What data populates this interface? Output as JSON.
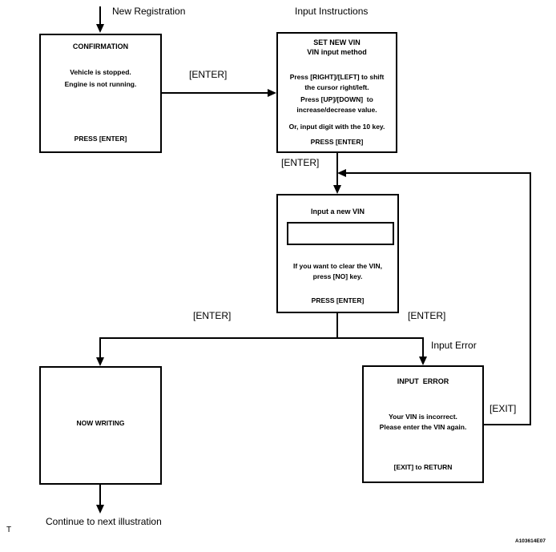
{
  "diagram": {
    "top_labels": {
      "new_registration": "New Registration",
      "input_instructions": "Input Instructions"
    },
    "boxes": {
      "confirmation": {
        "title": "CONFIRMATION",
        "body_line1": "Vehicle is stopped.",
        "body_line2": "Engine is not running.",
        "footer": "PRESS [ENTER]"
      },
      "set_new_vin": {
        "title_line1": "SET NEW VIN",
        "title_line2": "VIN input method",
        "body_line1": "Press [RIGHT]/[LEFT] to shift",
        "body_line2": "the cursor right/left.",
        "body_line3": "Press [UP]/[DOWN]  to",
        "body_line4": "increase/decrease value.",
        "body_line5": "Or, input digit with the 10 key.",
        "footer": "PRESS [ENTER]"
      },
      "input_new_vin": {
        "title": "Input a new VIN",
        "field_value": "",
        "body_line1": "If you want to clear the VIN,",
        "body_line2": "press [NO] key.",
        "footer": "PRESS [ENTER]"
      },
      "now_writing": {
        "title": "NOW WRITING"
      },
      "input_error": {
        "title": "INPUT  ERROR",
        "body_line1": "Your VIN is incorrect.",
        "body_line2": "Please enter the VIN again.",
        "footer": "[EXIT] to RETURN"
      }
    },
    "edge_labels": {
      "enter_confirmation_to_set": "[ENTER]",
      "enter_set_to_input": "[ENTER]",
      "enter_branch_left": "[ENTER]",
      "enter_branch_right": "[ENTER]",
      "input_error": "Input Error",
      "exit": "[EXIT]"
    },
    "bottom_labels": {
      "continue": "Continue to next illustration",
      "t_mark": "T",
      "figure_ref": "A103614E07"
    },
    "colors": {
      "line": "#000000",
      "background": "#ffffff"
    }
  }
}
